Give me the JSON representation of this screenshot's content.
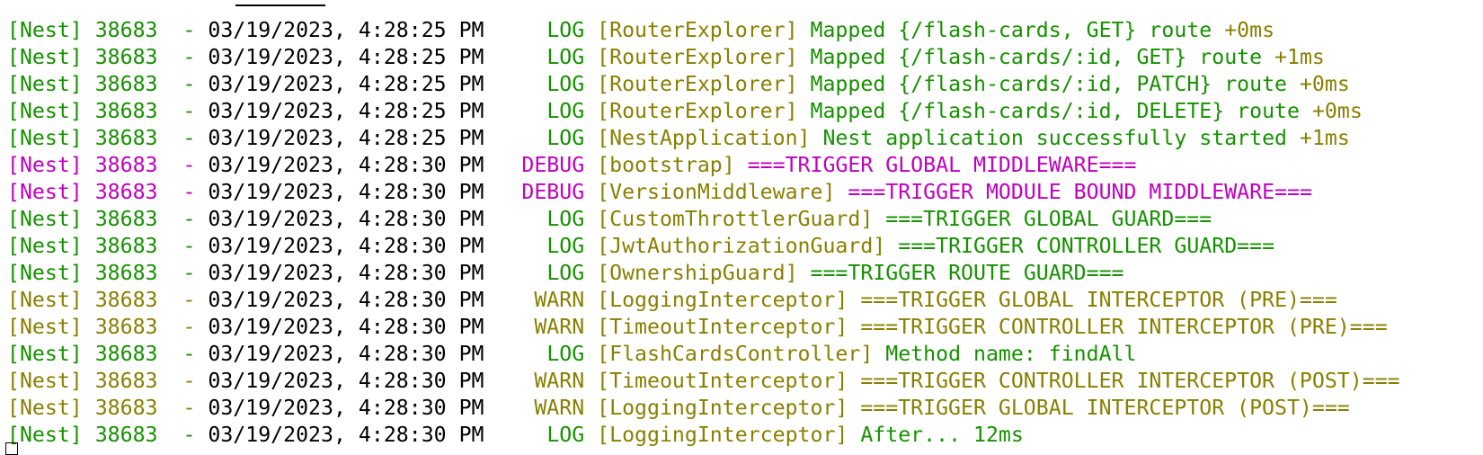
{
  "colors": {
    "log": "#169100",
    "debug": "#c000c0",
    "warn": "#888000"
  },
  "log_lines": [
    {
      "level": "log",
      "prefix": "[Nest] 38683  - ",
      "timestamp": "03/19/2023, 4:28:25 PM",
      "level_label": "LOG",
      "context": "[RouterExplorer]",
      "message": "Mapped {/flash-cards, GET} route",
      "elapsed": "+0ms"
    },
    {
      "level": "log",
      "prefix": "[Nest] 38683  - ",
      "timestamp": "03/19/2023, 4:28:25 PM",
      "level_label": "LOG",
      "context": "[RouterExplorer]",
      "message": "Mapped {/flash-cards/:id, GET} route",
      "elapsed": "+1ms"
    },
    {
      "level": "log",
      "prefix": "[Nest] 38683  - ",
      "timestamp": "03/19/2023, 4:28:25 PM",
      "level_label": "LOG",
      "context": "[RouterExplorer]",
      "message": "Mapped {/flash-cards/:id, PATCH} route",
      "elapsed": "+0ms"
    },
    {
      "level": "log",
      "prefix": "[Nest] 38683  - ",
      "timestamp": "03/19/2023, 4:28:25 PM",
      "level_label": "LOG",
      "context": "[RouterExplorer]",
      "message": "Mapped {/flash-cards/:id, DELETE} route",
      "elapsed": "+0ms"
    },
    {
      "level": "log",
      "prefix": "[Nest] 38683  - ",
      "timestamp": "03/19/2023, 4:28:25 PM",
      "level_label": "LOG",
      "context": "[NestApplication]",
      "message": "Nest application successfully started",
      "elapsed": "+1ms"
    },
    {
      "level": "debug",
      "prefix": "[Nest] 38683  - ",
      "timestamp": "03/19/2023, 4:28:30 PM",
      "level_label": "DEBUG",
      "context": "[bootstrap]",
      "message": "===TRIGGER GLOBAL MIDDLEWARE===",
      "elapsed": ""
    },
    {
      "level": "debug",
      "prefix": "[Nest] 38683  - ",
      "timestamp": "03/19/2023, 4:28:30 PM",
      "level_label": "DEBUG",
      "context": "[VersionMiddleware]",
      "message": "===TRIGGER MODULE BOUND MIDDLEWARE===",
      "elapsed": ""
    },
    {
      "level": "log",
      "prefix": "[Nest] 38683  - ",
      "timestamp": "03/19/2023, 4:28:30 PM",
      "level_label": "LOG",
      "context": "[CustomThrottlerGuard]",
      "message": "===TRIGGER GLOBAL GUARD===",
      "elapsed": ""
    },
    {
      "level": "log",
      "prefix": "[Nest] 38683  - ",
      "timestamp": "03/19/2023, 4:28:30 PM",
      "level_label": "LOG",
      "context": "[JwtAuthorizationGuard]",
      "message": "===TRIGGER CONTROLLER GUARD===",
      "elapsed": ""
    },
    {
      "level": "log",
      "prefix": "[Nest] 38683  - ",
      "timestamp": "03/19/2023, 4:28:30 PM",
      "level_label": "LOG",
      "context": "[OwnershipGuard]",
      "message": "===TRIGGER ROUTE GUARD===",
      "elapsed": ""
    },
    {
      "level": "warn",
      "prefix": "[Nest] 38683  - ",
      "timestamp": "03/19/2023, 4:28:30 PM",
      "level_label": "WARN",
      "context": "[LoggingInterceptor]",
      "message": "===TRIGGER GLOBAL INTERCEPTOR (PRE)===",
      "elapsed": ""
    },
    {
      "level": "warn",
      "prefix": "[Nest] 38683  - ",
      "timestamp": "03/19/2023, 4:28:30 PM",
      "level_label": "WARN",
      "context": "[TimeoutInterceptor]",
      "message": "===TRIGGER CONTROLLER INTERCEPTOR (PRE)===",
      "elapsed": ""
    },
    {
      "level": "log",
      "prefix": "[Nest] 38683  - ",
      "timestamp": "03/19/2023, 4:28:30 PM",
      "level_label": "LOG",
      "context": "[FlashCardsController]",
      "message": "Method name: findAll",
      "elapsed": ""
    },
    {
      "level": "warn",
      "prefix": "[Nest] 38683  - ",
      "timestamp": "03/19/2023, 4:28:30 PM",
      "level_label": "WARN",
      "context": "[TimeoutInterceptor]",
      "message": "===TRIGGER CONTROLLER INTERCEPTOR (POST)===",
      "elapsed": ""
    },
    {
      "level": "warn",
      "prefix": "[Nest] 38683  - ",
      "timestamp": "03/19/2023, 4:28:30 PM",
      "level_label": "WARN",
      "context": "[LoggingInterceptor]",
      "message": "===TRIGGER GLOBAL INTERCEPTOR (POST)===",
      "elapsed": ""
    },
    {
      "level": "log",
      "prefix": "[Nest] 38683  - ",
      "timestamp": "03/19/2023, 4:28:30 PM",
      "level_label": "LOG",
      "context": "[LoggingInterceptor]",
      "message": "After... 12ms",
      "elapsed": ""
    }
  ]
}
